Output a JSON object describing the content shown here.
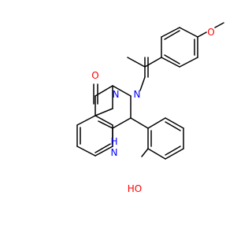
{
  "molecule": {
    "colors": {
      "bond": "#000000",
      "oxygen": "#ff0000",
      "nitrogen": "#0000ff"
    },
    "atom_labels": {
      "carbonyl_oxygen": "O",
      "imine_nitrogen": "N",
      "ring_nitrogen_3": "N",
      "nh_label": "H",
      "nh_nitrogen": "N",
      "methoxy_oxygen": "O",
      "hydroxyl_label": "HO"
    }
  }
}
